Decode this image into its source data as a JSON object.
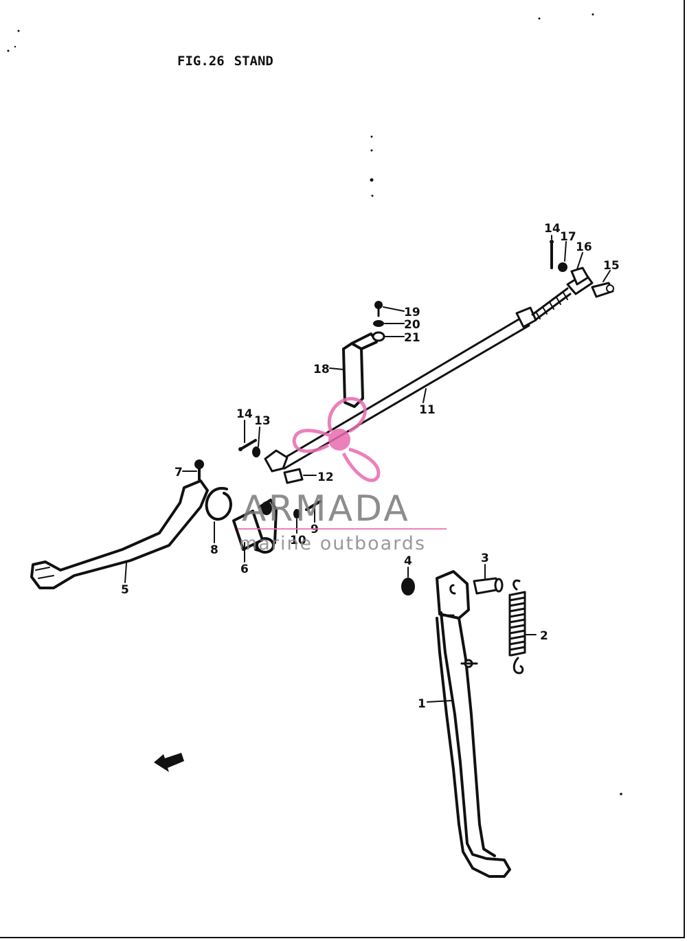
{
  "figure": {
    "number": "FIG.26",
    "title": "STAND"
  },
  "callouts": {
    "c1": "1",
    "c2": "2",
    "c3": "3",
    "c4": "4",
    "c5": "5",
    "c6": "6",
    "c7": "7",
    "c8": "8",
    "c9": "9",
    "c10": "10",
    "c11": "11",
    "c12": "12",
    "c13": "13",
    "c14a": "14",
    "c14b": "14",
    "c15": "15",
    "c16": "16",
    "c17": "17",
    "c18": "18",
    "c19": "19",
    "c20": "20",
    "c21": "21"
  },
  "watermark": {
    "brand": "ARMADA",
    "tagline": "marine outboards",
    "logo_color": "#e86bb0",
    "text_color": "#7a7a7a"
  }
}
